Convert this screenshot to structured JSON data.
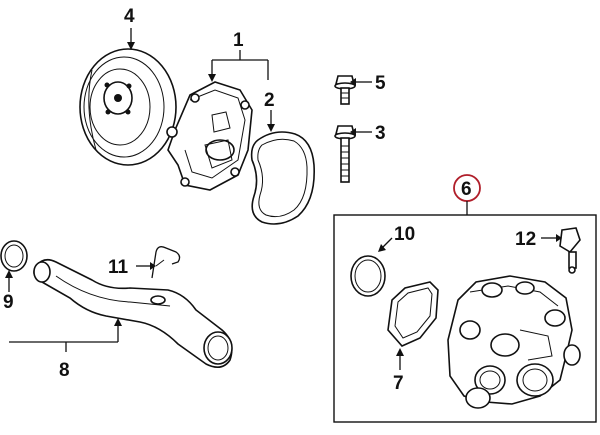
{
  "diagram": {
    "callouts": {
      "c1": "1",
      "c2": "2",
      "c3": "3",
      "c4": "4",
      "c5": "5",
      "c6": "6",
      "c7": "7",
      "c8": "8",
      "c9": "9",
      "c10": "10",
      "c11": "11",
      "c12": "12"
    },
    "colors": {
      "highlight_circle": "#b01e2a",
      "line": "#111111",
      "background": "#ffffff"
    }
  }
}
